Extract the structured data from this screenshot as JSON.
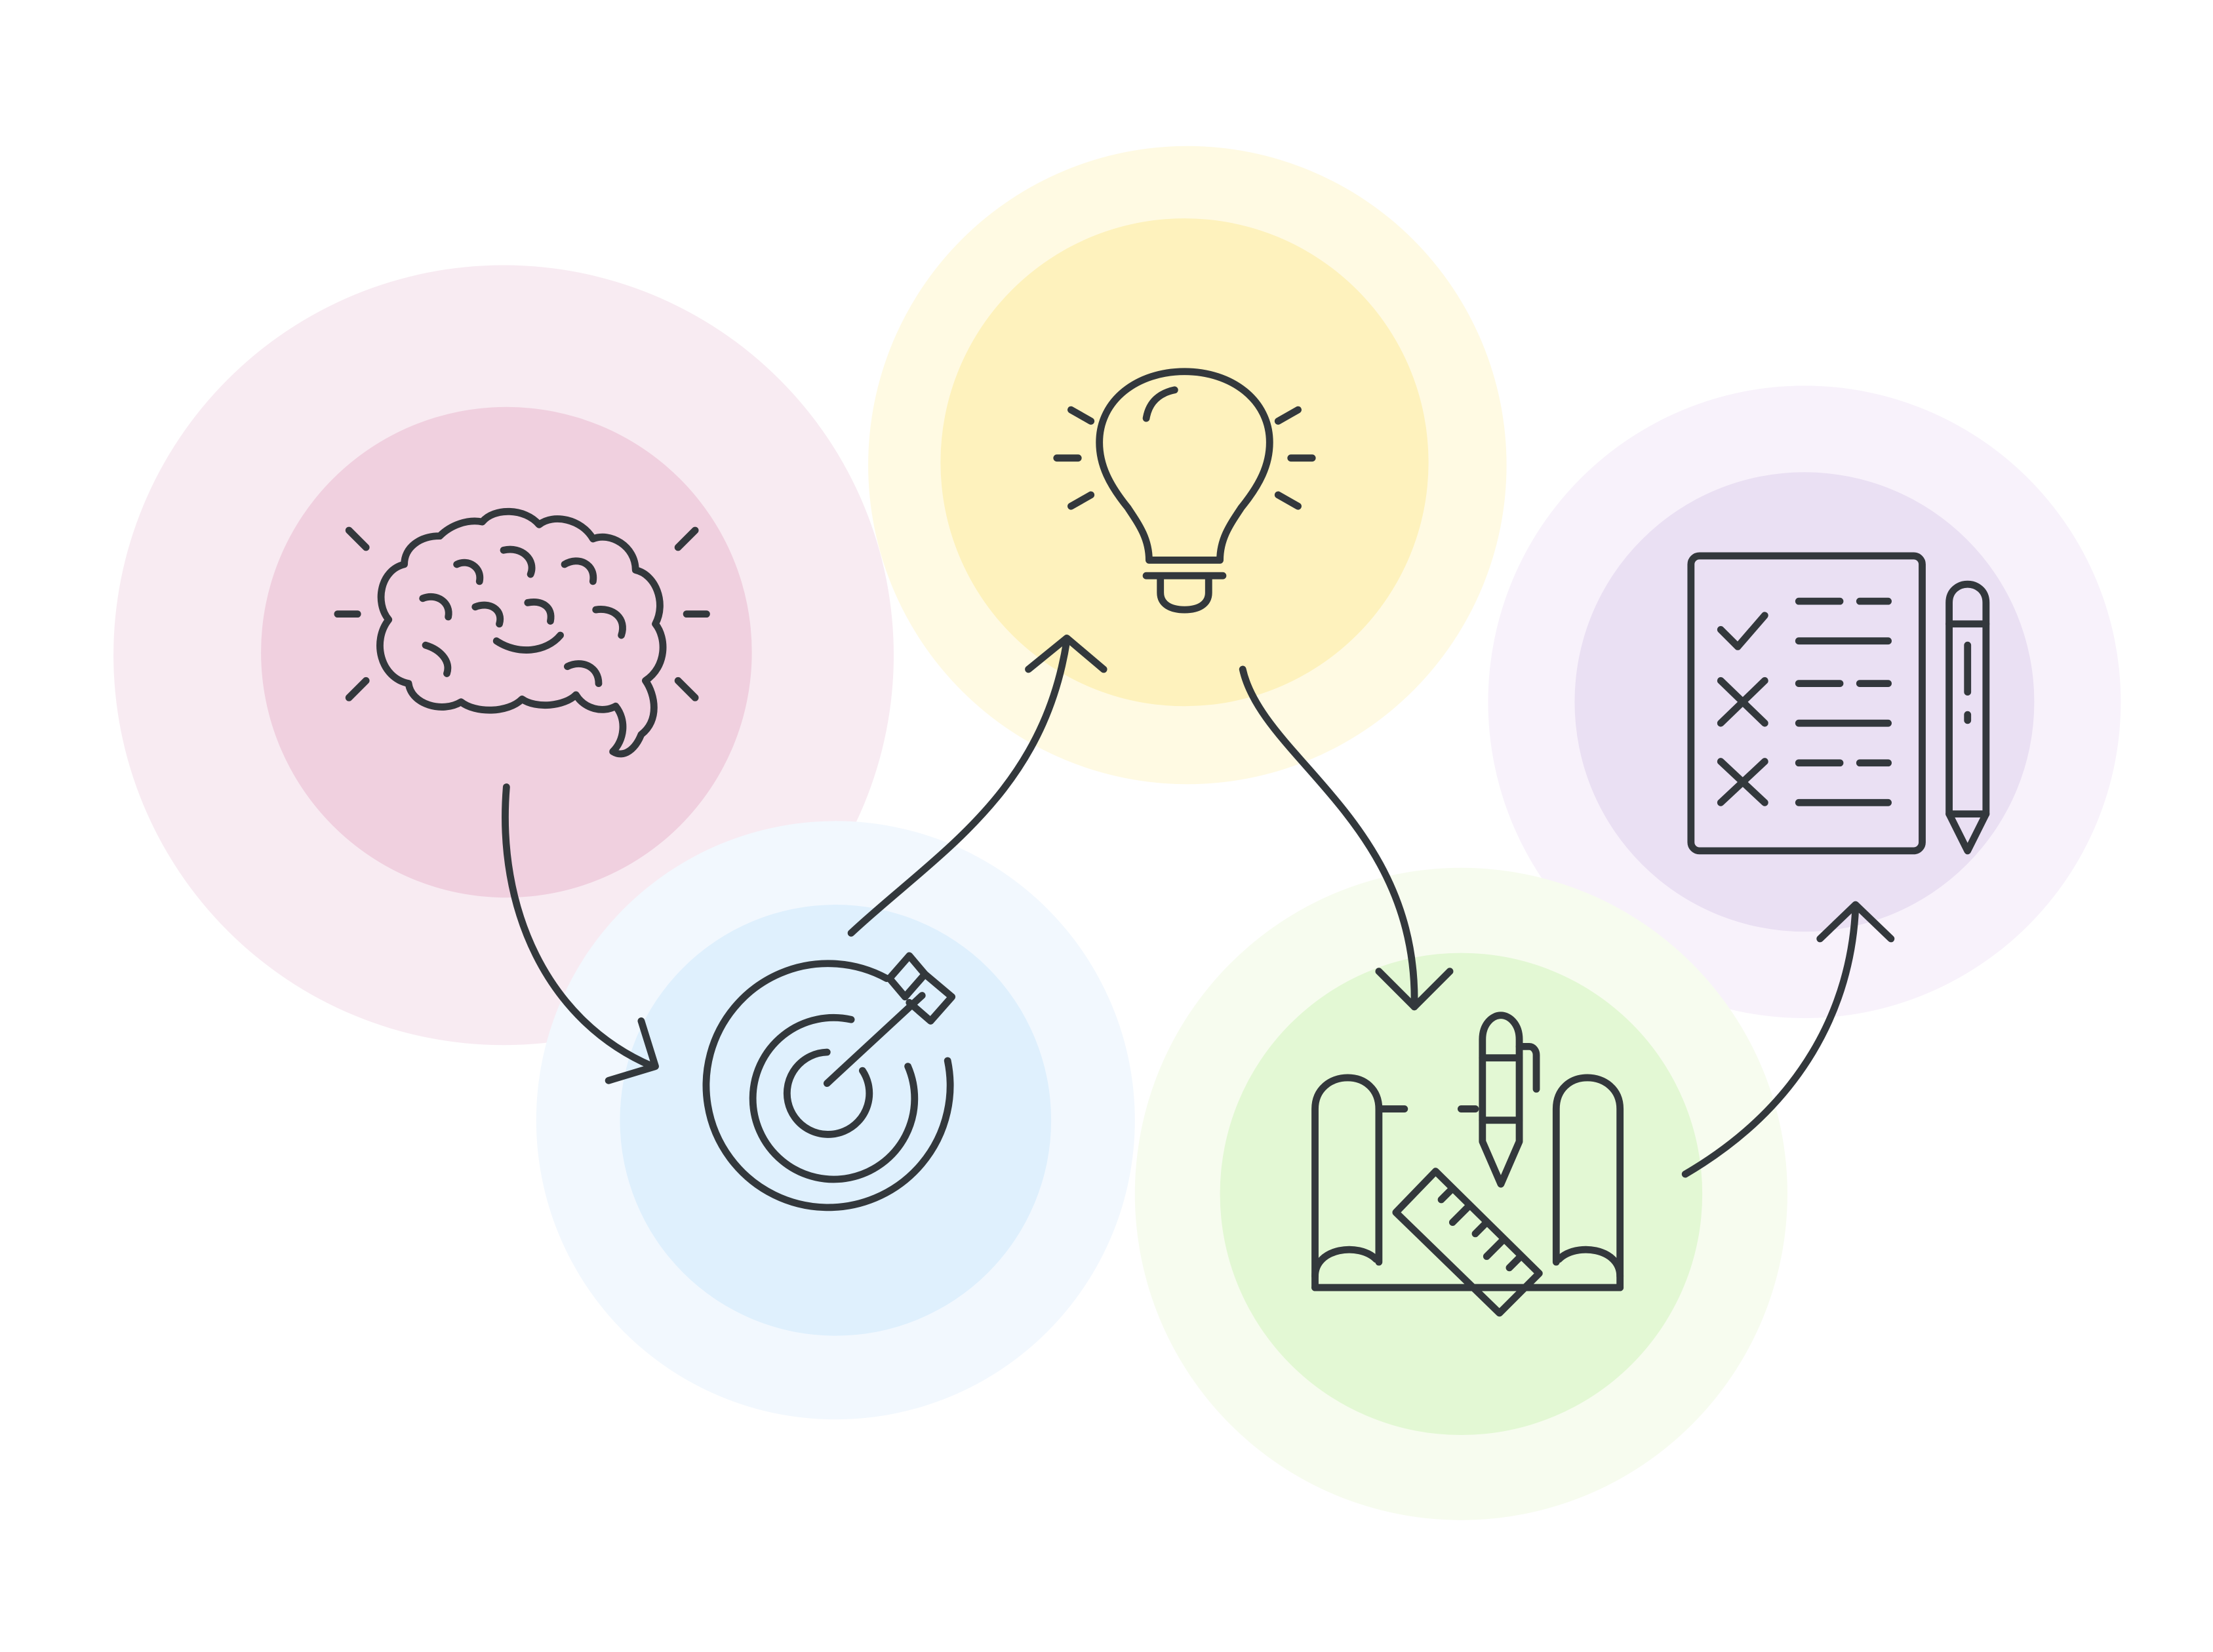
{
  "diagram": {
    "type": "process-flow",
    "stroke_color": "#33383c",
    "steps": [
      {
        "id": "brainstorm",
        "icon": "brain-icon",
        "outer_color": "#f8ebf2",
        "inner_color": "#f0d0df"
      },
      {
        "id": "target",
        "icon": "target-icon",
        "outer_color": "#f2f8fe",
        "inner_color": "#dff0fd"
      },
      {
        "id": "idea",
        "icon": "lightbulb-icon",
        "outer_color": "#fffae3",
        "inner_color": "#fef2bd"
      },
      {
        "id": "plan",
        "icon": "blueprint-icon",
        "outer_color": "#f7fcef",
        "inner_color": "#e3f8d4"
      },
      {
        "id": "checklist",
        "icon": "checklist-icon",
        "outer_color": "#f8f2fb",
        "inner_color": "#eae0f3"
      }
    ],
    "connections": [
      {
        "from": "brainstorm",
        "to": "target"
      },
      {
        "from": "target",
        "to": "idea"
      },
      {
        "from": "idea",
        "to": "plan"
      },
      {
        "from": "plan",
        "to": "checklist"
      }
    ]
  }
}
